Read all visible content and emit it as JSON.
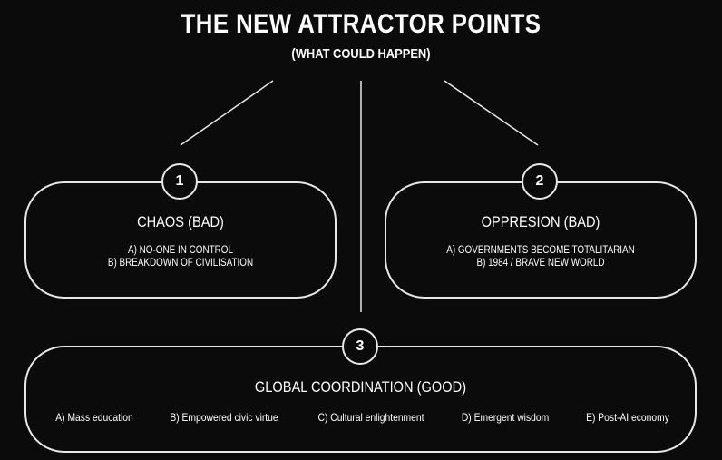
{
  "title": "THE NEW ATTRACTOR POINTS",
  "subtitle": "(WHAT COULD HAPPEN)",
  "nodes": [
    {
      "number": "1",
      "heading": "CHAOS (BAD)",
      "lines": [
        "A) NO-ONE IN CONTROL",
        "B) BREAKDOWN OF CIVILISATION"
      ]
    },
    {
      "number": "2",
      "heading": "OPPRESION (BAD)",
      "lines": [
        "A) GOVERNMENTS BECOME TOTALITARIAN",
        "B) 1984 / BRAVE NEW WORLD"
      ]
    },
    {
      "number": "3",
      "heading": "GLOBAL COORDINATION (GOOD)",
      "items": [
        "A) Mass education",
        "B) Empowered civic virtue",
        "C) Cultural enlightenment",
        "D) Emergent wisdom",
        "E) Post-AI economy"
      ]
    }
  ],
  "colors": {
    "background": "#0b0b0c",
    "foreground": "#ffffff",
    "stroke": "#e8e8e8"
  }
}
